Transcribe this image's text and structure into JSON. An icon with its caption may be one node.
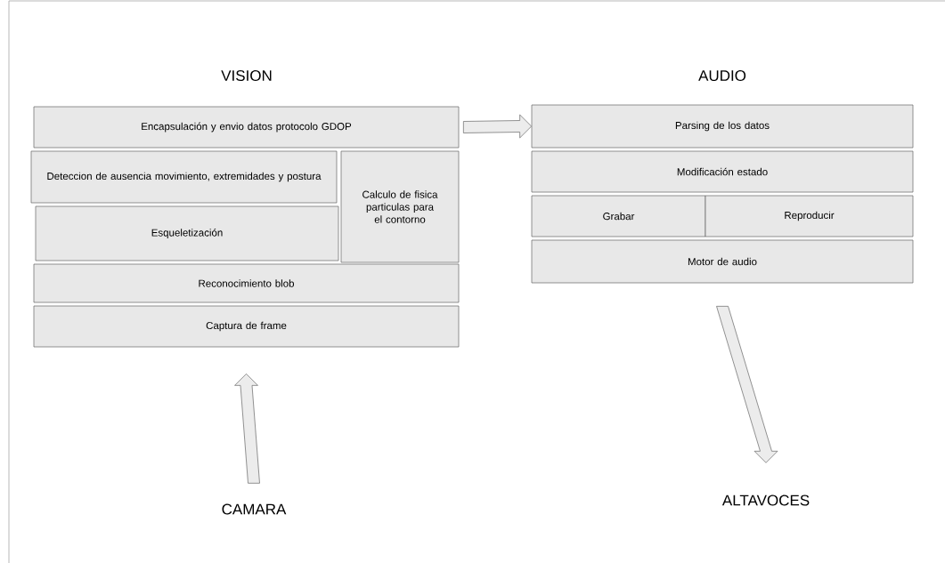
{
  "diagram": {
    "nodes": [
      {
        "text": [
          "Encapsulación y envio datos protocolo GDOP"
        ]
      },
      {
        "text": [
          "Deteccion de ausencia movimiento, extremidades y postura"
        ]
      },
      {
        "text": [
          "Calculo de fisica particulas para el contorno"
        ]
      },
      {
        "text": [
          "Esqueletización"
        ]
      },
      {
        "text": [
          "Reconocimiento blob"
        ]
      },
      {
        "text": [
          "Captura de frame"
        ]
      },
      {
        "text": [
          "Parsing de los datos"
        ]
      },
      {
        "text": [
          "Modificación estado"
        ]
      },
      {
        "text": [
          "Grabar"
        ]
      },
      {
        "text": [
          "Reproducir"
        ]
      },
      {
        "text": [
          "Motor de audio"
        ]
      },
      {
        "text": [
          "CAMARA"
        ]
      },
      {
        "text": [
          "ALTAVOCES"
        ]
      }
    ],
    "edges": [
      {
        "from": 0,
        "to": 6,
        "arrow": "to"
      },
      {
        "from": 11,
        "to": 5,
        "arrow": "to"
      },
      {
        "from": 10,
        "to": 12,
        "arrow": "to"
      }
    ],
    "labels": [
      "VISION",
      "AUDIO"
    ]
  }
}
